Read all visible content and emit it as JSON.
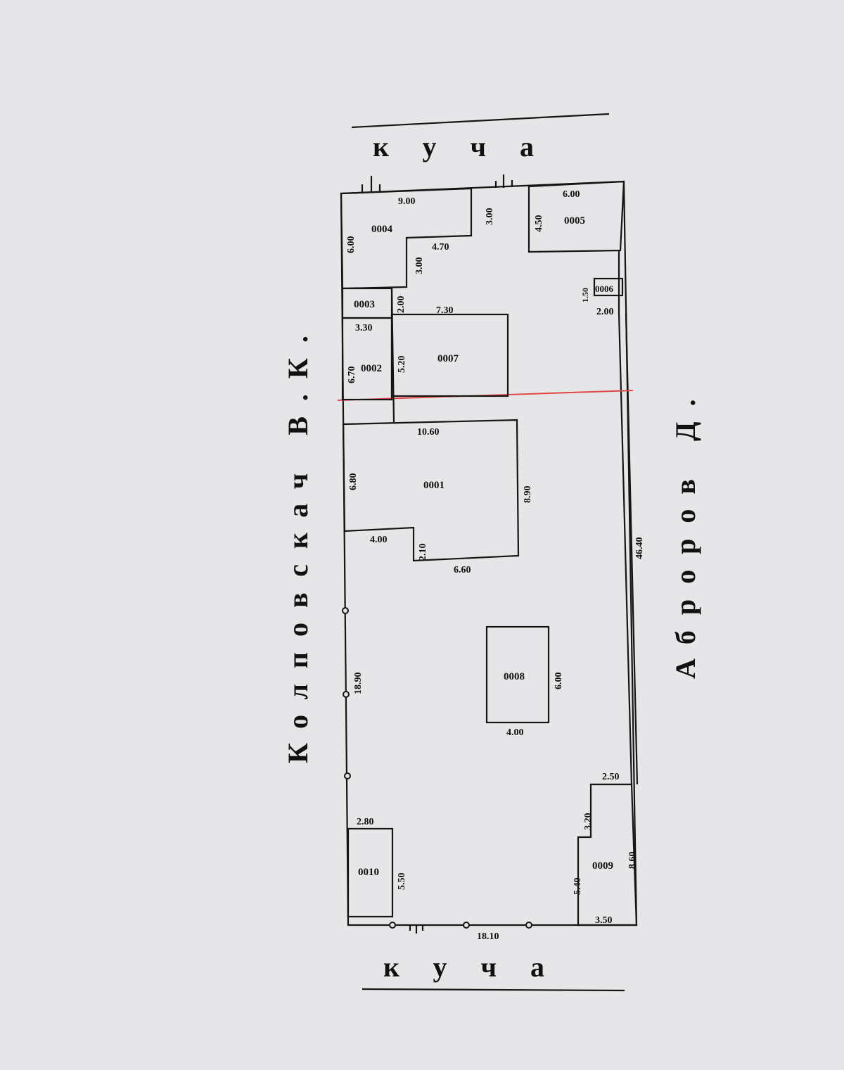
{
  "streets": {
    "top": "куча",
    "bottom": "куча"
  },
  "neighbors": {
    "left": "Колповскач В.К.",
    "right": "Аброров Д."
  },
  "rooms": {
    "r0001": "0001",
    "r0002": "0002",
    "r0003": "0003",
    "r0004": "0004",
    "r0005": "0005",
    "r0006": "0006",
    "r0007": "0007",
    "r0008": "0008",
    "r0009": "0009",
    "r0010": "0010"
  },
  "dimensions": {
    "d9_00": "9.00",
    "d3_00a": "3.00",
    "d6_00a": "6.00",
    "d4_70": "4.70",
    "d3_00b": "3.00",
    "d6_00b": "6.00",
    "d4_50": "4.50",
    "d1_50": "1.50",
    "d2_00a": "2.00",
    "d2_00b": "2.00",
    "d7_30": "7.30",
    "d3_30": "3.30",
    "d6_70": "6.70",
    "d5_20": "5.20",
    "d10_60": "10.60",
    "d6_80": "6.80",
    "d8_90": "8.90",
    "d4_00a": "4.00",
    "d2_10": "2.10",
    "d6_60": "6.60",
    "d46_40": "46.40",
    "d18_90": "18.90",
    "d6_00c": "6.00",
    "d4_00b": "4.00",
    "d2_50": "2.50",
    "d3_20": "3.20",
    "d2_80": "2.80",
    "d5_50": "5.50",
    "d5_40": "5.40",
    "d8_60": "8.60",
    "d3_50": "3.50",
    "d18_10": "18.10"
  },
  "colors": {
    "line": "#151515",
    "red_line": "#e04848",
    "paper": "#e6e6e8"
  }
}
